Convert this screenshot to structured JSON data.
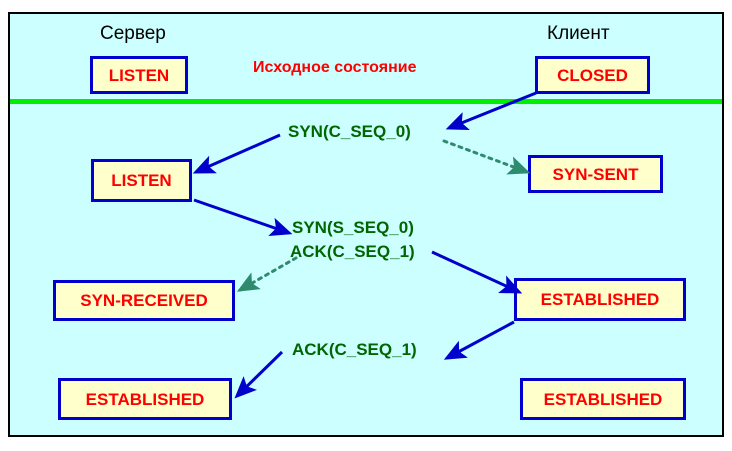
{
  "diagram": {
    "title": "TCP three-way handshake state diagram",
    "background_color": "#ccffff",
    "border_color": "#000000",
    "box_fill_color": "#ffffcc",
    "box_border_color": "#0000cc",
    "state_text_color": "#ff0000",
    "message_text_color": "#006600",
    "note_text_color": "#ff0000",
    "divider_color": "#00ee00",
    "solid_arrow_color": "#0000cc",
    "dotted_arrow_color": "#2e8b6e"
  },
  "headers": {
    "server": "Сервер",
    "client": "Клиент"
  },
  "notes": {
    "initial_state": "Исходное состояние"
  },
  "states": [
    {
      "id": "server-listen-initial",
      "label": "LISTEN",
      "side": "server",
      "row": 0
    },
    {
      "id": "client-closed",
      "label": "CLOSED",
      "side": "client",
      "row": 0
    },
    {
      "id": "server-listen",
      "label": "LISTEN",
      "side": "server",
      "row": 1
    },
    {
      "id": "client-syn-sent",
      "label": "SYN-SENT",
      "side": "client",
      "row": 1
    },
    {
      "id": "server-syn-received",
      "label": "SYN-RECEIVED",
      "side": "server",
      "row": 2
    },
    {
      "id": "client-established",
      "label": "ESTABLISHED",
      "side": "client",
      "row": 2
    },
    {
      "id": "server-established",
      "label": "ESTABLISHED",
      "side": "server",
      "row": 3
    },
    {
      "id": "client-established-final",
      "label": "ESTABLISHED",
      "side": "client",
      "row": 3
    }
  ],
  "messages": [
    {
      "id": "syn-c-seq-0",
      "label": "SYN(C_SEQ_0)",
      "from": "client-closed",
      "to": "server-listen",
      "direction": "client-to-server"
    },
    {
      "id": "syn-s-seq-0",
      "label": "SYN(S_SEQ_0)",
      "from": "server-listen",
      "to": "client-established",
      "direction": "server-to-client"
    },
    {
      "id": "ack-c-seq-1-a",
      "label": "ACK(C_SEQ_1)",
      "from": "server-listen",
      "to": "client-established",
      "direction": "server-to-client"
    },
    {
      "id": "ack-c-seq-1-b",
      "label": "ACK(C_SEQ_1)",
      "from": "client-established",
      "to": "server-established",
      "direction": "client-to-server"
    }
  ],
  "transitions": [
    {
      "id": "closed-to-syn-sent",
      "style": "dotted",
      "from": "client-closed",
      "to": "client-syn-sent"
    },
    {
      "id": "listen-to-syn-received",
      "style": "dotted",
      "from": "server-listen",
      "to": "server-syn-received"
    }
  ]
}
